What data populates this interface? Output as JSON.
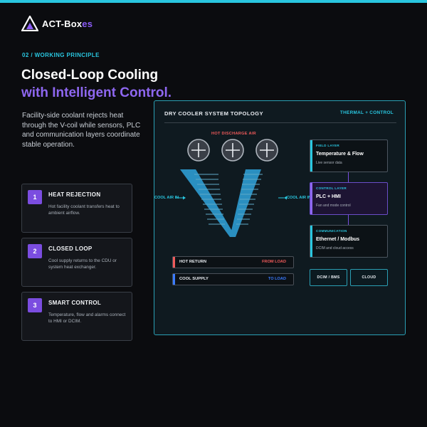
{
  "brand": {
    "name_main": "ACT-Box",
    "name_accent": "es"
  },
  "section": {
    "label": "02 / WORKING PRINCIPLE"
  },
  "headline": {
    "line1": "Closed-Loop Cooling",
    "line2": "with Intelligent Control."
  },
  "intro": "Facility-side coolant rejects heat through the V-coil while sensors, PLC and communication layers coordinate stable operation.",
  "steps": [
    {
      "num": "1",
      "title": "HEAT REJECTION",
      "desc": "Hot facility coolant transfers heat to ambient airflow."
    },
    {
      "num": "2",
      "title": "CLOSED LOOP",
      "desc": "Cool supply returns to the CDU or system heat exchanger."
    },
    {
      "num": "3",
      "title": "SMART CONTROL",
      "desc": "Temperature, flow and alarms connect to HMI or DCIM."
    }
  ],
  "topology": {
    "title": "DRY COOLER SYSTEM TOPOLOGY",
    "tag": "THERMAL + CONTROL",
    "hot_air_label": "HOT DISCHARGE AIR",
    "cool_in_left": "COOL AIR IN",
    "cool_in_right": "COOL AIR IN",
    "hot_return": {
      "label": "HOT RETURN",
      "dir": "FROM LOAD"
    },
    "cool_supply": {
      "label": "COOL SUPPLY",
      "dir": "TO LOAD"
    },
    "layers": [
      {
        "cap": "FIELD LAYER",
        "title": "Temperature & Flow",
        "sub": "Live sensor data"
      },
      {
        "cap": "CONTROL LAYER",
        "title": "PLC + HMI",
        "sub": "Fan and mode control"
      },
      {
        "cap": "COMMUNICATION",
        "title": "Ethernet / Modbus",
        "sub": "DCIM and cloud access"
      }
    ],
    "buttons": {
      "dcim": "DCIM / BMS",
      "cloud": "CLOUD"
    }
  },
  "colors": {
    "accent_cyan": "#29c6df",
    "accent_purple": "#8e67f0",
    "hot_red": "#f05a5a",
    "cool_blue": "#3a7bff",
    "coil_blue": "#2a8fc0"
  }
}
